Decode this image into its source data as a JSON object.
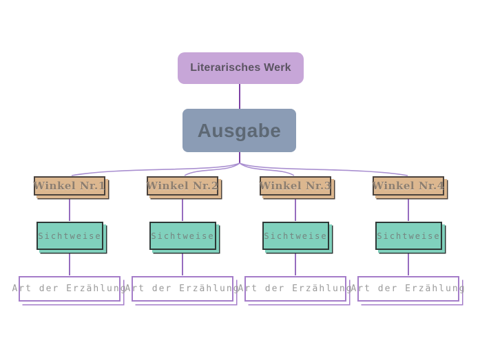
{
  "map": {
    "root_label": "Literarisches Werk",
    "main_label": "Ausgabe",
    "branches": [
      {
        "angle": "Winkel Nr.1",
        "perspective": "Sichtweise",
        "narration": "Art der Erzählung"
      },
      {
        "angle": "Winkel Nr.2",
        "perspective": "Sichtweise",
        "narration": "Art der Erzählung"
      },
      {
        "angle": "Winkel Nr.3",
        "perspective": "Sichtweise",
        "narration": "Art der Erzählung"
      },
      {
        "angle": "Winkel Nr.4",
        "perspective": "Sichtweise",
        "narration": "Art der Erzählung"
      }
    ],
    "colors": {
      "root_fill": "#c7a6d8",
      "root_text": "#5b5462",
      "main_fill": "#8b9cb5",
      "main_text": "#5d6874",
      "angle_fill": "#dcb78f",
      "angle_border": "#4a423c",
      "angle_text": "#8d7e6f",
      "perspective_fill": "#80d1bd",
      "perspective_border": "#2e3836",
      "perspective_text": "#74847f",
      "narration_fill": "#ffffff",
      "narration_border": "#a47cc9",
      "narration_text": "#9a9a9a",
      "connector_dark": "#7d3fa4",
      "connector_mid": "#8a5cb8",
      "connector_light": "#a98fd0"
    }
  }
}
